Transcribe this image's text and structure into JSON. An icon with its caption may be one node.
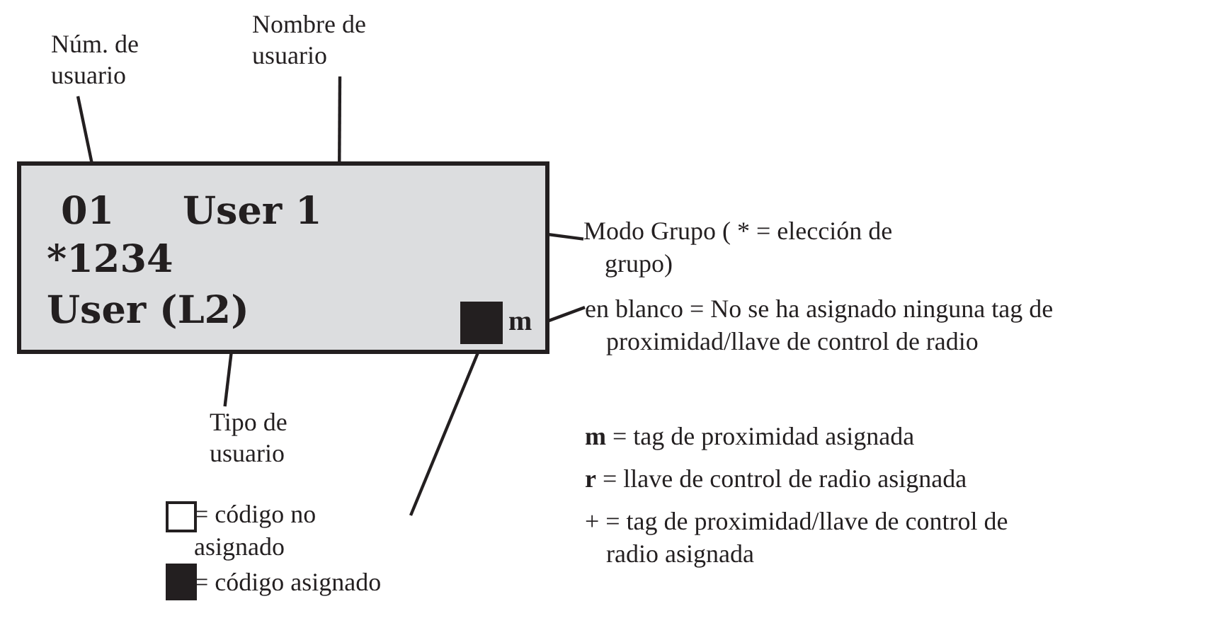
{
  "diagram": {
    "nodes": [
      {
        "text": [],
        "shape": "box"
      },
      {
        "text": [
          "01"
        ],
        "in": 0
      },
      {
        "text": [
          "User 1"
        ],
        "in": 0
      },
      {
        "text": [
          "*1234"
        ],
        "in": 0
      },
      {
        "text": [
          "User (L2)"
        ],
        "in": 0
      },
      {
        "text": [],
        "shape": "box",
        "in": 0
      },
      {
        "text": [
          "m"
        ],
        "in": 0
      },
      {
        "text": [
          "Núm. de usuario"
        ]
      },
      {
        "text": [
          "Nombre de usuario"
        ]
      },
      {
        "text": [
          "Modo Grupo ( * = elección de grupo)"
        ]
      },
      {
        "text": [
          "en blanco = No se ha asignado ninguna tag de proximidad/llave de control de radio"
        ]
      },
      {
        "text": [
          "Tipo de usuario"
        ]
      }
    ],
    "edges": [
      {
        "from": 7,
        "to": 1,
        "arrow": "none"
      },
      {
        "from": 8,
        "to": 2,
        "arrow": "none"
      },
      {
        "from": 9,
        "to": null,
        "arrow": "none"
      },
      {
        "from": 10,
        "to": 6,
        "arrow": "none"
      },
      {
        "from": 11,
        "to": 4,
        "arrow": "none"
      },
      {
        "from": null,
        "to": 5,
        "arrow": "none"
      }
    ],
    "labels": [
      "**m** = tag de proximidad asignada",
      "**r** = llave de control de radio asignada",
      "+ = tag de proximidad/llave de control de radio asignada"
    ],
    "legend": [
      {
        "text": "= código no asignado",
        "color": "#ffffff"
      },
      {
        "text": "= código asignado",
        "color": "#231f20"
      }
    ]
  }
}
